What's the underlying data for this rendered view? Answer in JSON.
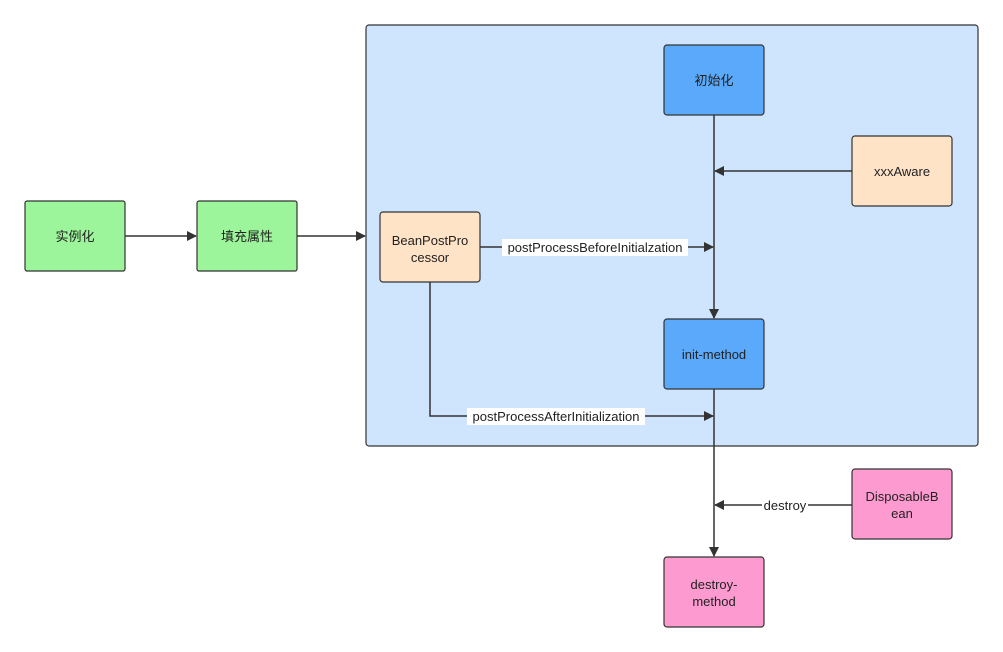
{
  "nodes": {
    "instantiate": {
      "label": "实例化",
      "fill": "#9cf59a"
    },
    "populate": {
      "label": "填充属性",
      "fill": "#9cf59a"
    },
    "initialize": {
      "label": "初始化",
      "fill": "#5aa9fb"
    },
    "aware": {
      "label": "xxxAware",
      "fill": "#ffe3c7"
    },
    "bpp": {
      "lines": [
        "BeanPostPro",
        "cessor"
      ],
      "fill": "#ffe3c7"
    },
    "init_method": {
      "label": "init-method",
      "fill": "#5aa9fb"
    },
    "disposable": {
      "lines": [
        "DisposableB",
        "ean"
      ],
      "fill": "#fd9bd0"
    },
    "destroy_method": {
      "lines": [
        "destroy-",
        "method"
      ],
      "fill": "#fd9bd0"
    }
  },
  "edges": {
    "before_init": "postProcessBeforeInitialzation",
    "after_init": "postProcessAfterInitialization",
    "destroy": "destroy"
  },
  "colors": {
    "container_fill": "#cfe5fd",
    "stroke": "#333333"
  }
}
